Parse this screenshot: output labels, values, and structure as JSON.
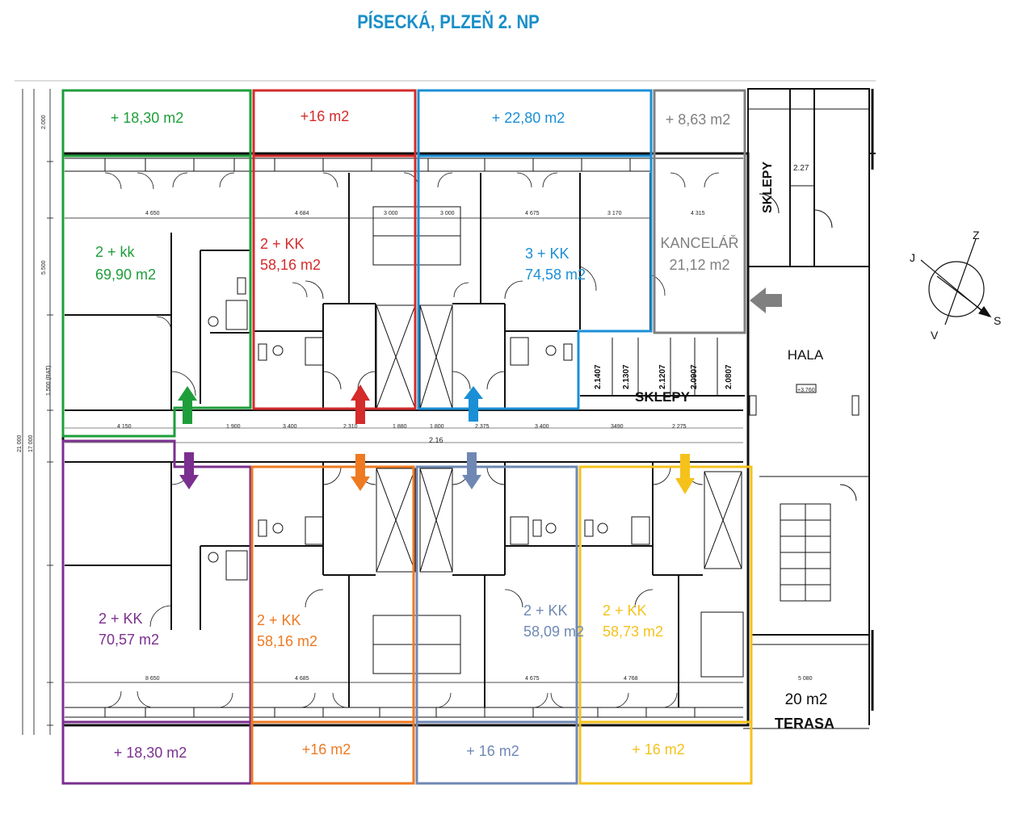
{
  "title": "PÍSECKÁ, PLZEŇ    2. NP",
  "colors": {
    "title": "#1a8fc8",
    "green": "#1e9e3a",
    "red": "#d42b2b",
    "blue": "#1a8fd6",
    "gray": "#808080",
    "purple": "#7b2f8e",
    "orange": "#ee7a22",
    "slate": "#6f88b3",
    "yellow": "#f5c21b"
  },
  "units": {
    "u1": {
      "type": "2 + kk",
      "area": "69,90 m2",
      "terrace": "+ 18,30 m2"
    },
    "u2": {
      "type": "2 + KK",
      "area": "58,16 m2",
      "terrace": "+16 m2"
    },
    "u3": {
      "type": "3 + KK",
      "area": "74,58 m2",
      "terrace": "+ 22,80 m2"
    },
    "office": {
      "type": "KANCELÁŘ",
      "area": "21,12 m2",
      "terrace": "+ 8,63 m2"
    },
    "u4": {
      "type": "2 + KK",
      "area": "70,57 m2",
      "terrace": "+ 18,30 m2"
    },
    "u5": {
      "type": "2 + KK",
      "area": "58,16 m2",
      "terrace": "+16 m2"
    },
    "u6": {
      "type": "2 + KK",
      "area": "58,09 m2",
      "terrace": "+ 16 m2"
    },
    "u7": {
      "type": "2 + KK",
      "area": "58,73 m2",
      "terrace": "+ 16 m2"
    }
  },
  "rooms": {
    "sklepy_top": "SKLEPY",
    "sklepy_mid": "SKLEPY",
    "hala": "HALA",
    "terasa_area": "20 m2",
    "terasa": "TERASA",
    "level": "+3.760",
    "corridor_width": "2.16",
    "cellar_number": "2.27"
  },
  "cellars": [
    "2.1407",
    "2.1307",
    "2.1207",
    "2.0907",
    "2.0807"
  ],
  "compass": {
    "n": "Z",
    "w": "J",
    "s": "V",
    "e": "S"
  },
  "dims": {
    "d4650": "4 650",
    "d4684": "4 684",
    "d3000a": "3 000",
    "d3000b": "3 000",
    "d4675": "4 675",
    "d3170": "3 170",
    "d4315": "4 315",
    "d4150": "4 150",
    "d1900": "1 900",
    "d3400a": "3 400",
    "d2310": "2.310",
    "d1880": "1 880",
    "d1800": "1 800",
    "d2375": "2.375",
    "d3400b": "3 400",
    "d3490": "3490",
    "d2275": "2 275",
    "d8650": "8 650",
    "d4685": "4 685",
    "d4675b": "4 675",
    "d4768": "4 768",
    "d5080": "5 080",
    "d21000": "21 000",
    "d17000": "17 000",
    "d5500": "5.500",
    "d2000": "2.000",
    "d1500": "1.500 (RAT)"
  }
}
